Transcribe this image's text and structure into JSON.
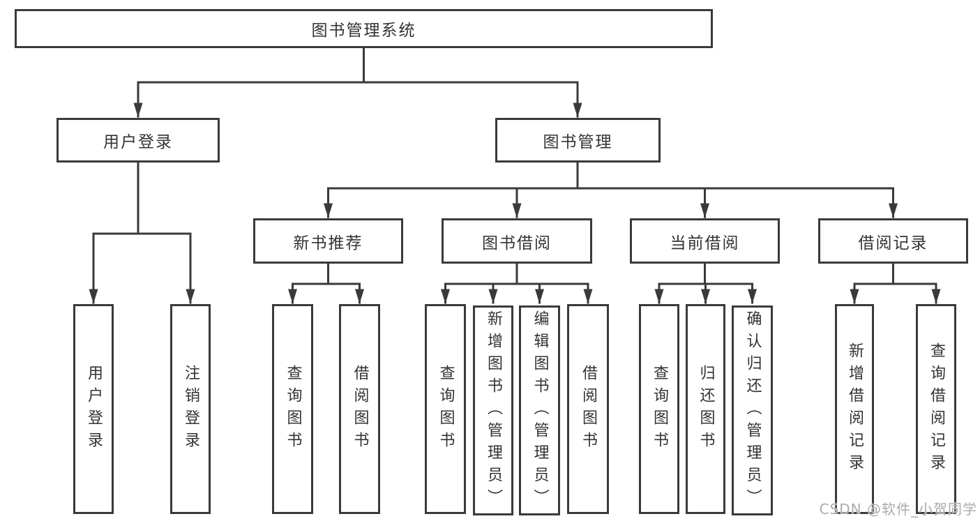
{
  "colors": {
    "line": "#3a3a3a",
    "box_border": "#3a3a3a",
    "box_background": "#ffffff",
    "text": "#333333",
    "watermark": "#ababab"
  },
  "watermark": {
    "text": "CSDN @软件_小贺同学"
  },
  "tree": {
    "label": "图书管理系统",
    "children": [
      {
        "label": "用户登录",
        "children": [
          {
            "label": "用户登录"
          },
          {
            "label": "注销登录"
          }
        ]
      },
      {
        "label": "图书管理",
        "children": [
          {
            "label": "新书推荐",
            "children": [
              {
                "label": "查询图书"
              },
              {
                "label": "借阅图书"
              }
            ]
          },
          {
            "label": "图书借阅",
            "children": [
              {
                "label": "查询图书"
              },
              {
                "label": "新增图书（管理员）"
              },
              {
                "label": "编辑图书（管理员）"
              },
              {
                "label": "借阅图书"
              }
            ]
          },
          {
            "label": "当前借阅",
            "children": [
              {
                "label": "查询图书"
              },
              {
                "label": "归还图书"
              },
              {
                "label": "确认归还（管理员）"
              }
            ]
          },
          {
            "label": "借阅记录",
            "children": [
              {
                "label": "新增借阅记录"
              },
              {
                "label": "查询借阅记录"
              }
            ]
          }
        ]
      }
    ]
  }
}
